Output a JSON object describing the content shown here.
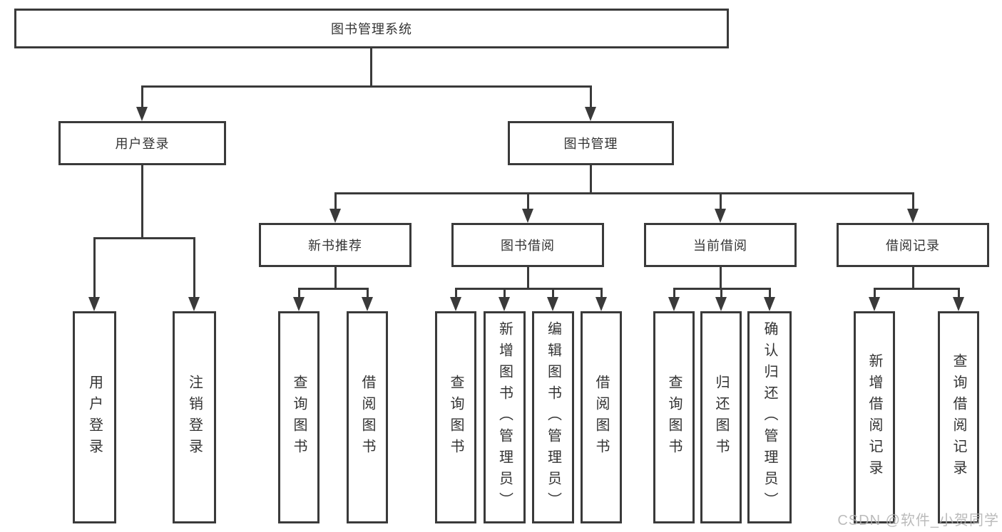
{
  "colors": {
    "line": "#3a3a3a",
    "text": "#333333",
    "box_bg": "#ffffff",
    "watermark": "#b0b0b0"
  },
  "watermark": "CSDN @软件_小贺同学",
  "nodes": {
    "root": {
      "label": "图书管理系统"
    },
    "userLogin": {
      "label": "用户登录",
      "children": [
        {
          "label": "用户登录"
        },
        {
          "label": "注销登录"
        }
      ]
    },
    "bookManagement": {
      "label": "图书管理"
    },
    "newBooks": {
      "label": "新书推荐",
      "children": [
        {
          "label": "查询图书"
        },
        {
          "label": "借阅图书"
        }
      ]
    },
    "bookBorrowing": {
      "label": "图书借阅",
      "children": [
        {
          "label": "查询图书"
        },
        {
          "label": "新增图书（管理员）"
        },
        {
          "label": "编辑图书（管理员）"
        },
        {
          "label": "借阅图书"
        }
      ]
    },
    "currentBorrowing": {
      "label": "当前借阅",
      "children": [
        {
          "label": "查询图书"
        },
        {
          "label": "归还图书"
        },
        {
          "label": "确认归还（管理员）"
        }
      ]
    },
    "borrowRecords": {
      "label": "借阅记录",
      "children": [
        {
          "label": "新增借阅记录"
        },
        {
          "label": "查询借阅记录"
        }
      ]
    }
  }
}
